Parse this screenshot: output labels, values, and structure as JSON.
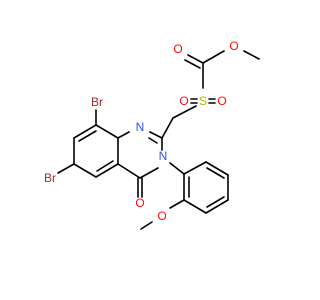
{
  "molecule": {
    "atoms": [
      {
        "label": "O",
        "color": "#ff0d0d"
      },
      {
        "label": "O",
        "color": "#ff0d0d"
      },
      {
        "label": "S",
        "color": "#b2b200"
      },
      {
        "label": "O",
        "color": "#ff0d0d"
      },
      {
        "label": "O",
        "color": "#ff0d0d"
      },
      {
        "label": "N",
        "color": "#3050f8"
      },
      {
        "label": "N",
        "color": "#3050f8"
      },
      {
        "label": "Br",
        "color": "#a62929"
      },
      {
        "label": "Br",
        "color": "#a62929"
      },
      {
        "label": "O",
        "color": "#ff0d0d"
      },
      {
        "label": "O",
        "color": "#ff0d0d"
      }
    ]
  }
}
